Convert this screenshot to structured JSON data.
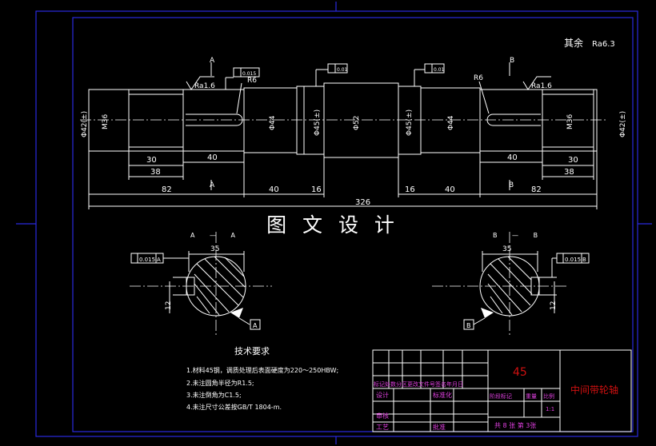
{
  "drawing": {
    "roughness": "其余",
    "roughness_val": "Ra6.3",
    "ra16_left": "Ra1.6",
    "ra16_right": "Ra1.6",
    "r6_left": "R6",
    "r6_right": "R6",
    "sec_a": "A",
    "sec_b": "B",
    "tol_0015": "0.015",
    "tol_001": "0.01",
    "dia_42_left": "Φ42(±)",
    "m36_left": "M36",
    "dia_44_left": "Φ44",
    "dia_45_left": "Φ45(±)",
    "dia_52": "Φ52",
    "dia_45_right": "Φ45(±)",
    "dia_44_right": "Φ44",
    "m36_right": "M36",
    "dia_42_right": "Φ42(±)",
    "d30_l": "30",
    "d38_l": "38",
    "d40_l": "40",
    "d82_l": "82",
    "d40_m_l": "40",
    "d16_l": "16",
    "d326": "326",
    "d16_r": "16",
    "d40_m_r": "40",
    "d82_r": "82",
    "d40_r": "40",
    "d30_r": "30",
    "d38_r": "38",
    "watermark": "图 文 设 计",
    "section_a_title": "A — A",
    "section_b_title": "B — B",
    "s_35_a": "35",
    "s_35_b": "35",
    "s_12_a": "12",
    "s_12_b": "12",
    "s_tol_a": "0.015",
    "s_tol_b": "0.015",
    "datum_a": "A",
    "datum_b": "B"
  },
  "tech": {
    "title": "技术要求",
    "items": [
      "1.材料45钢，调质处理后表面硬度为220～250HBW;",
      "2.未注圆角半径为R1.5;",
      "3.未注倒角为C1.5;",
      "4.未注尺寸公差按GB/T 1804-m."
    ]
  },
  "title_block": {
    "material": "45",
    "part_name": "中间带轮轴",
    "row_header": "标记处数分区更改文件号签名年月日",
    "design": "设计",
    "standardize": "标准化",
    "stage_mark": "阶段标记",
    "weight": "重量",
    "scale": "比例",
    "scale_val": "1:1",
    "review": "审核",
    "process": "工艺",
    "approve": "批准",
    "sheets": "共 8 张 第 3张"
  }
}
